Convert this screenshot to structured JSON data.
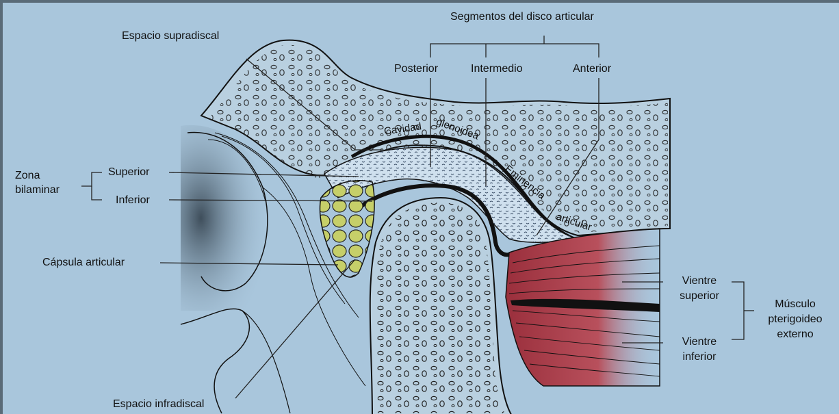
{
  "labels": {
    "segments_title": "Segmentos del disco articular",
    "posterior": "Posterior",
    "intermedio": "Intermedio",
    "anterior": "Anterior",
    "supradiscal": "Espacio supradiscal",
    "zona_line1": "Zona",
    "zona_line2": "bilaminar",
    "superior": "Superior",
    "inferior": "Inferior",
    "capsula": "Cápsula articular",
    "infradiscal": "Espacio infradiscal",
    "cavidad_1": "Cavidad",
    "cavidad_2": "glenoidea",
    "eminencia_1": "Eminencia",
    "eminencia_2": "articular",
    "vientre_sup_1": "Vientre",
    "vientre_sup_2": "superior",
    "vientre_inf_1": "Vientre",
    "vientre_inf_2": "inferior",
    "musculo_1": "Músculo",
    "musculo_2": "pterigoideo",
    "musculo_3": "externo"
  },
  "colors": {
    "background": "#a9c6dc",
    "bone": "#b9d0e0",
    "disc": "#cfe0ee",
    "fat_pad": "#c9cc6a",
    "muscle": "#b0434f",
    "outline": "#111111"
  }
}
